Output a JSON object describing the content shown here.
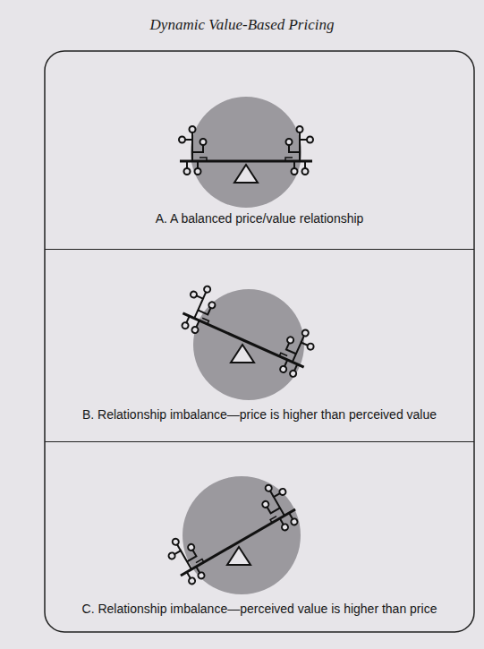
{
  "diagram": {
    "title": "Dynamic Value-Based Pricing",
    "nodes": [
      {
        "text": [
          "A. A balanced price/value relationship"
        ]
      },
      {
        "text": [
          "B. Relationship imbalance—price is higher than perceived value"
        ]
      },
      {
        "text": [
          "C. Relationship imbalance—perceived value is higher than price"
        ]
      }
    ]
  }
}
